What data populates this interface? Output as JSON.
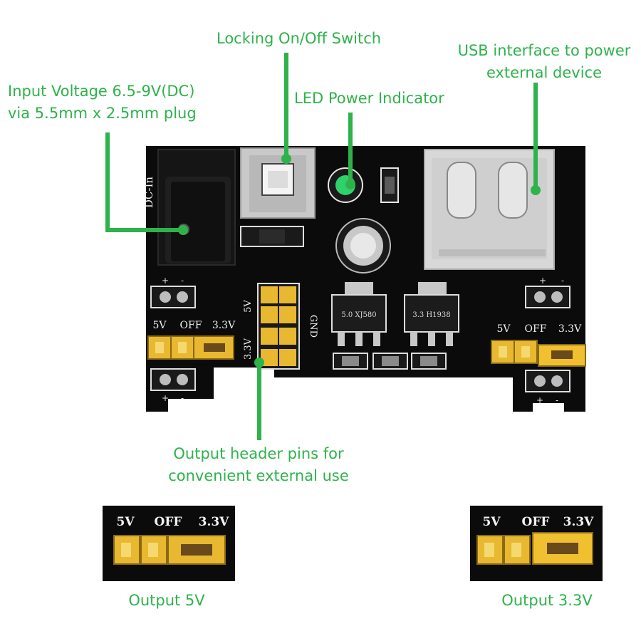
{
  "colors": {
    "callout": "#2db34a",
    "board": "#0b0b0b",
    "silkscreen": "#f2f2f2",
    "jumper": "#e8b830",
    "led": "#2fd26a"
  },
  "callouts": {
    "switch": "Locking On/Off Switch",
    "usb_line1": "USB interface to power",
    "usb_line2": "external device",
    "input_line1": "Input Voltage 6.5-9V(DC)",
    "input_line2": "via 5.5mm x 2.5mm plug",
    "led": "LED Power Indicator",
    "header_line1": "Output header pins for",
    "header_line2": "convenient external use"
  },
  "board": {
    "dc_in": "DC-In",
    "left_jumper": {
      "opt1": "5V",
      "opt2": "OFF",
      "opt3": "3.3V"
    },
    "right_jumper": {
      "opt1": "5V",
      "opt2": "OFF",
      "opt3": "3.3V"
    },
    "header_5v": "5V",
    "header_33v": "3.3V",
    "header_gnd": "GND",
    "plus": "+",
    "minus": "-",
    "reg1": "5.0 XJ580",
    "reg2": "3.3 H1938"
  },
  "insets": {
    "left": {
      "opt1": "5V",
      "opt2": "OFF",
      "opt3": "3.3V",
      "caption": "Output 5V"
    },
    "right": {
      "opt1": "5V",
      "opt2": "OFF",
      "opt3": "3.3V",
      "caption": "Output 3.3V"
    }
  }
}
